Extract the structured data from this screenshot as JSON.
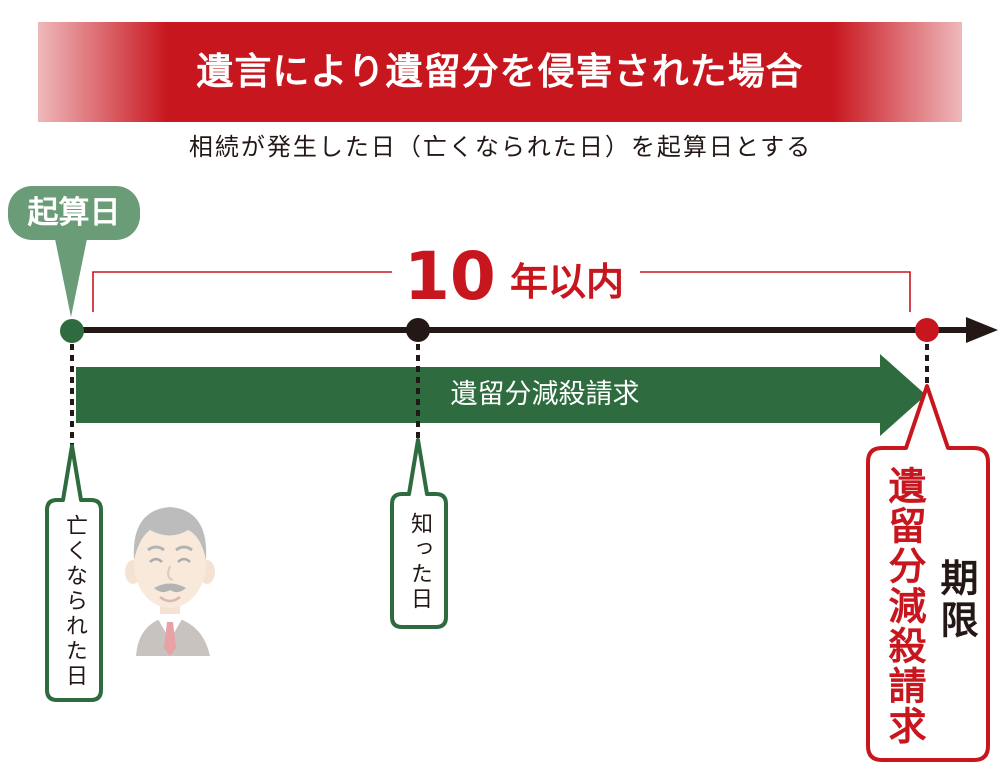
{
  "title": "遺言により遺留分を侵害された場合",
  "subtitle": "相続が発生した日（亡くなられた日）を起算日とする",
  "start_marker": {
    "label": "起算日"
  },
  "period": {
    "number": "10",
    "unit": "年以内"
  },
  "claim_arrow": {
    "label": "遺留分減殺請求"
  },
  "events": [
    {
      "label": "亡くなられた日"
    },
    {
      "label": "知った日"
    },
    {
      "label": "遺留分減殺請求",
      "suffix": "期限"
    }
  ],
  "colors": {
    "accent_red": "#c8161e",
    "dark_green": "#2e6b3e",
    "bubble_green": "#6a9c77",
    "ink": "#231815"
  },
  "icons": {
    "deceased": "man-in-suit-icon"
  }
}
